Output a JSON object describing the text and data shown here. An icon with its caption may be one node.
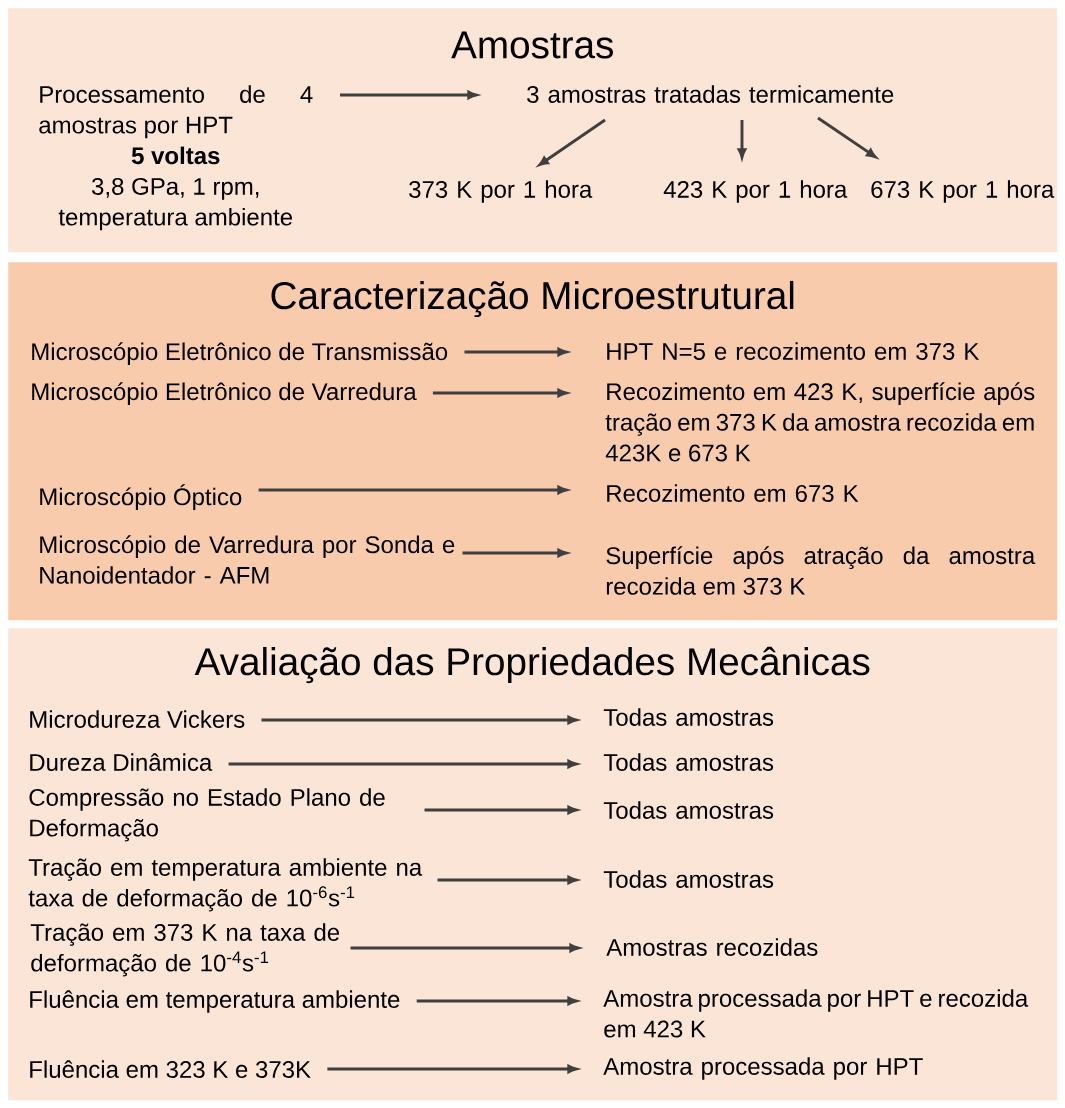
{
  "diagram": {
    "nodes": [
      {
        "text": [
          "Amostras"
        ]
      },
      {
        "text": [
          "Processamento de 4 amostras por HPT",
          "5 voltas",
          "3,8 GPa, 1 rpm, temperatura ambiente"
        ],
        "in": 0
      },
      {
        "text": [
          "3 amostras tratadas termicamente"
        ],
        "in": 0
      },
      {
        "text": [
          "373 K por 1 hora"
        ],
        "in": 0
      },
      {
        "text": [
          "423 K por 1 hora"
        ],
        "in": 0
      },
      {
        "text": [
          "673 K por 1 hora"
        ],
        "in": 0
      },
      {
        "text": [
          "Caracterização Microestrutural"
        ]
      },
      {
        "text": [
          "Microscópio Eletrônico de Transmissão"
        ],
        "in": 6
      },
      {
        "text": [
          "HPT N=5 e recozimento em 373 K"
        ],
        "in": 6
      },
      {
        "text": [
          "Microscópio Eletrônico de Varredura"
        ],
        "in": 6
      },
      {
        "text": [
          "Recozimento em 423 K, superfície após tração em 373 K da amostra recozida em 423K e 673 K"
        ],
        "in": 6
      },
      {
        "text": [
          "Microscópio Óptico"
        ],
        "in": 6
      },
      {
        "text": [
          "Recozimento em 673 K"
        ],
        "in": 6
      },
      {
        "text": [
          "Microscópio de Varredura por Sonda e Nanoidentador - AFM"
        ],
        "in": 6
      },
      {
        "text": [
          "Superfície após atração da amostra recozida em 373 K"
        ],
        "in": 6
      },
      {
        "text": [
          "Avaliação das Propriedades Mecânicas"
        ]
      },
      {
        "text": [
          "Microdureza Vickers"
        ],
        "in": 15
      },
      {
        "text": [
          "Todas amostras"
        ],
        "in": 15
      },
      {
        "text": [
          "Dureza Dinâmica"
        ],
        "in": 15
      },
      {
        "text": [
          "Todas amostras"
        ],
        "in": 15
      },
      {
        "text": [
          "Compressão no Estado Plano de Deformação"
        ],
        "in": 15
      },
      {
        "text": [
          "Todas amostras"
        ],
        "in": 15
      },
      {
        "text": [
          "Tração em temperatura ambiente na taxa de deformação de 10$^{-6}$s$^{-1}$"
        ],
        "in": 15
      },
      {
        "text": [
          "Todas amostras"
        ],
        "in": 15
      },
      {
        "text": [
          "Tração em 373 K na taxa de deformação de 10$^{-4}$s$^{-1}$"
        ],
        "in": 15
      },
      {
        "text": [
          "Amostras recozidas"
        ],
        "in": 15
      },
      {
        "text": [
          "Fluência em temperatura ambiente"
        ],
        "in": 15
      },
      {
        "text": [
          "Amostra processada por HPT e recozida em 423 K"
        ],
        "in": 15
      },
      {
        "text": [
          "Fluência em 323 K e 373K"
        ],
        "in": 15
      },
      {
        "text": [
          "Amostra processada por HPT"
        ],
        "in": 15
      }
    ],
    "edges": [
      {
        "from": 1,
        "to": 2,
        "arrow": "to"
      },
      {
        "from": 2,
        "to": 3,
        "arrow": "to"
      },
      {
        "from": 2,
        "to": 4,
        "arrow": "to"
      },
      {
        "from": 2,
        "to": 5,
        "arrow": "to"
      },
      {
        "from": 7,
        "to": 8,
        "arrow": "to"
      },
      {
        "from": 9,
        "to": 10,
        "arrow": "to"
      },
      {
        "from": 11,
        "to": 12,
        "arrow": "to"
      },
      {
        "from": 13,
        "to": 14,
        "arrow": "to"
      },
      {
        "from": 16,
        "to": 17,
        "arrow": "to"
      },
      {
        "from": 18,
        "to": 19,
        "arrow": "to"
      },
      {
        "from": 20,
        "to": 21,
        "arrow": "to"
      },
      {
        "from": 22,
        "to": 23,
        "arrow": "to"
      },
      {
        "from": 24,
        "to": 25,
        "arrow": "to"
      },
      {
        "from": 26,
        "to": 27,
        "arrow": "to"
      },
      {
        "from": 28,
        "to": 29,
        "arrow": "to"
      }
    ]
  }
}
